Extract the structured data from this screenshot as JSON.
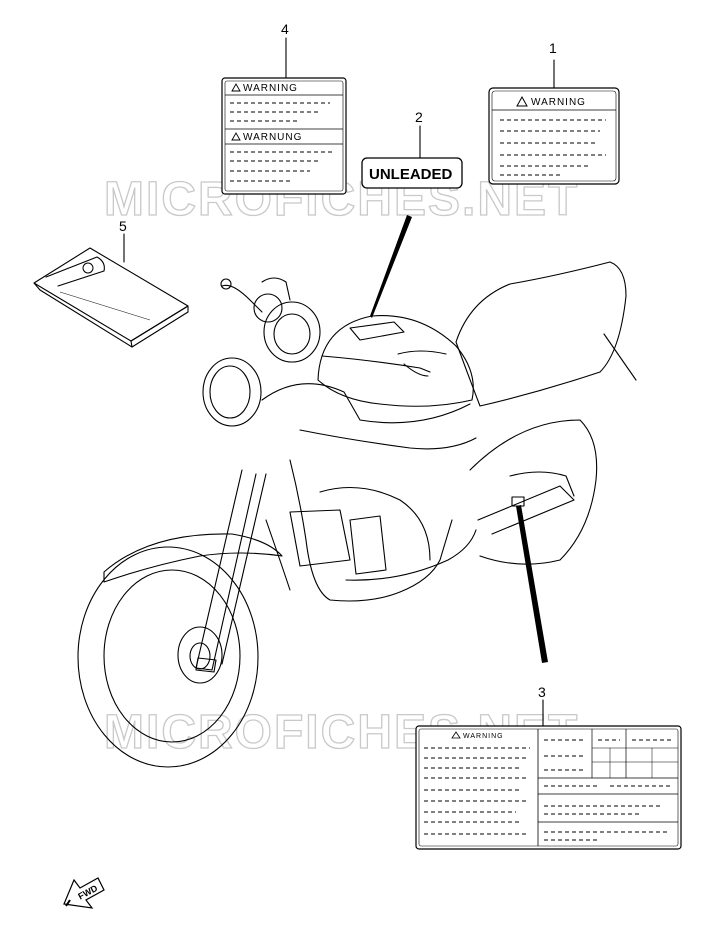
{
  "watermark": "MICROFICHES.NET",
  "callouts": {
    "part1": "1",
    "part2": "2",
    "part3": "3",
    "part4": "4",
    "part5": "5"
  },
  "labels": {
    "warning_label_title": "WARNING",
    "warning_label_bilingual_title_top": "WARNING",
    "warning_label_bilingual_title_bottom": "WARNUNG",
    "fuel_label_text": "UNLEADED",
    "info_label_title": "WARNING"
  },
  "fwd_indicator": "FWD"
}
